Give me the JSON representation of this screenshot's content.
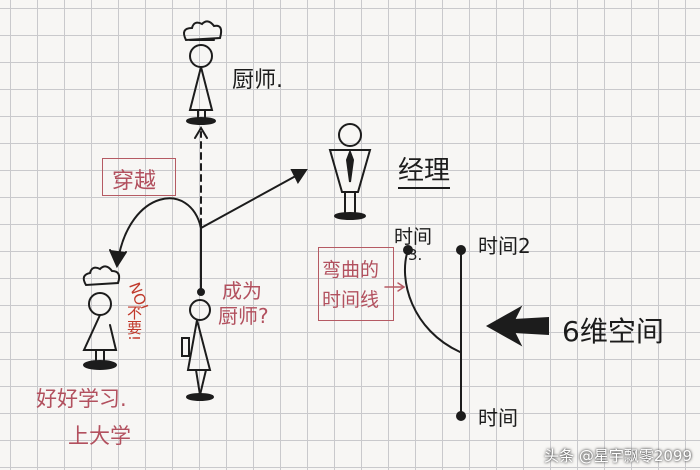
{
  "labels": {
    "chef": "厨师.",
    "time_travel": "穿越",
    "manager": "经理",
    "time3": "时间",
    "time3_num": "3.",
    "time2": "时间2",
    "curved_timeline_line1": "弯曲的",
    "curved_timeline_line2": "时间线",
    "six_d_space": "6维空间",
    "become_chef_line1": "成为",
    "become_chef_line2": "厨师?",
    "no_line1": "NO!",
    "no_line2": "不要!",
    "study_line1": "好好学习.",
    "study_line2": "上大学",
    "time": "时间"
  },
  "watermark": "头条 @星宇飘零2099",
  "colors": {
    "ink": "#1c1c1c",
    "pink": "#b2505e",
    "red": "#c0392b"
  }
}
